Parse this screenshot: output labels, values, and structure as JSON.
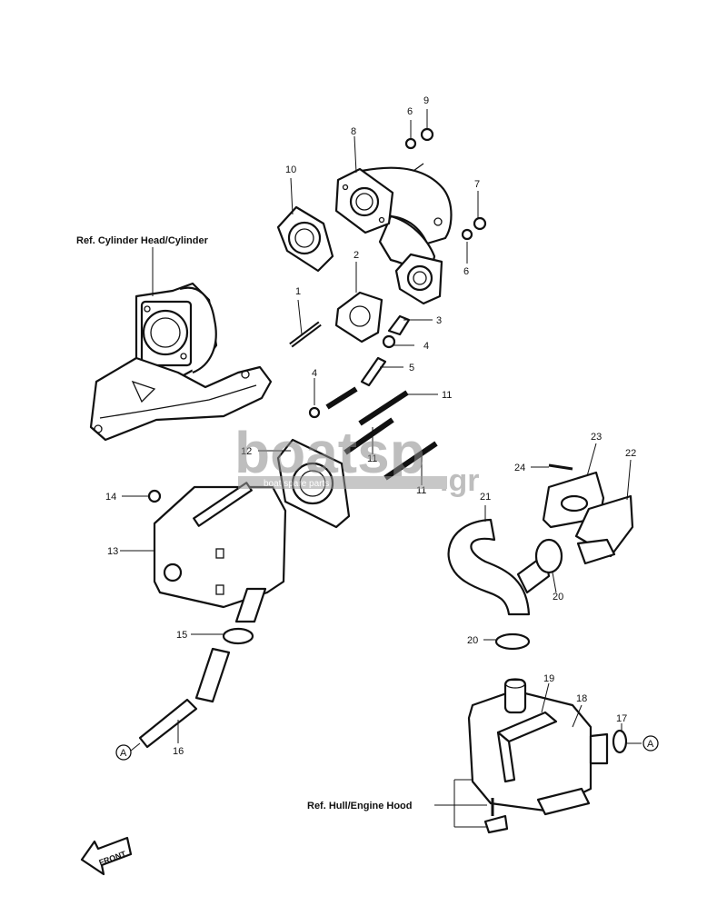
{
  "refs": {
    "cylinder": "Ref. Cylinder Head/Cylinder",
    "hull": "Ref. Hull/Engine Hood"
  },
  "callouts": {
    "n1": "1",
    "n2": "2",
    "n3": "3",
    "n4a": "4",
    "n4b": "4",
    "n5": "5",
    "n6a": "6",
    "n6b": "6",
    "n7": "7",
    "n8": "8",
    "n9": "9",
    "n10": "10",
    "n11a": "11",
    "n11b": "11",
    "n11c": "11",
    "n12": "12",
    "n13": "13",
    "n14": "14",
    "n15": "15",
    "n16": "16",
    "n17": "17",
    "n18": "18",
    "n19": "19",
    "n20a": "20",
    "n20b": "20",
    "n21": "21",
    "n22": "22",
    "n23": "23",
    "n24": "24"
  },
  "markers": {
    "a_left": "A",
    "a_right": "A"
  },
  "front_label": "FRONT",
  "watermark": {
    "brand": "boatsp",
    "tld": ".gr",
    "tagline": "boat spare parts"
  }
}
